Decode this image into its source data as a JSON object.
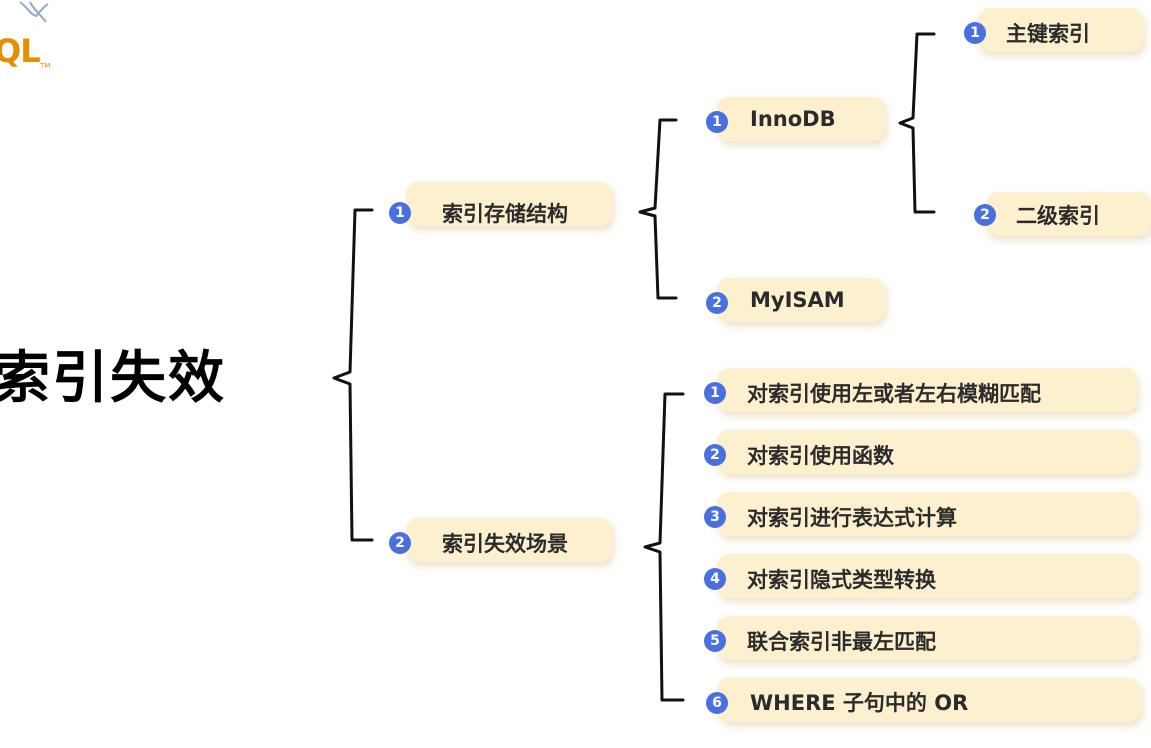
{
  "logo": {
    "text": "QL",
    "tm": "TM"
  },
  "root": {
    "title": "索引失效"
  },
  "level1": [
    {
      "num": "1",
      "label": "索引存储结构"
    },
    {
      "num": "2",
      "label": "索引失效场景"
    }
  ],
  "storage": [
    {
      "num": "1",
      "label": "InnoDB"
    },
    {
      "num": "2",
      "label": "MyISAM"
    }
  ],
  "innodb": [
    {
      "num": "1",
      "label": "主键索引"
    },
    {
      "num": "2",
      "label": "二级索引"
    }
  ],
  "scenarios": [
    {
      "num": "1",
      "label": "对索引使用左或者左右模糊匹配"
    },
    {
      "num": "2",
      "label": "对索引使用函数"
    },
    {
      "num": "3",
      "label": "对索引进行表达式计算"
    },
    {
      "num": "4",
      "label": "对索引隐式类型转换"
    },
    {
      "num": "5",
      "label": "联合索引非最左匹配"
    },
    {
      "num": "6",
      "label": "WHERE 子句中的 OR"
    }
  ],
  "colors": {
    "node_bg": "#fdf0cf",
    "badge": "#4a6fde",
    "line": "#111111"
  }
}
